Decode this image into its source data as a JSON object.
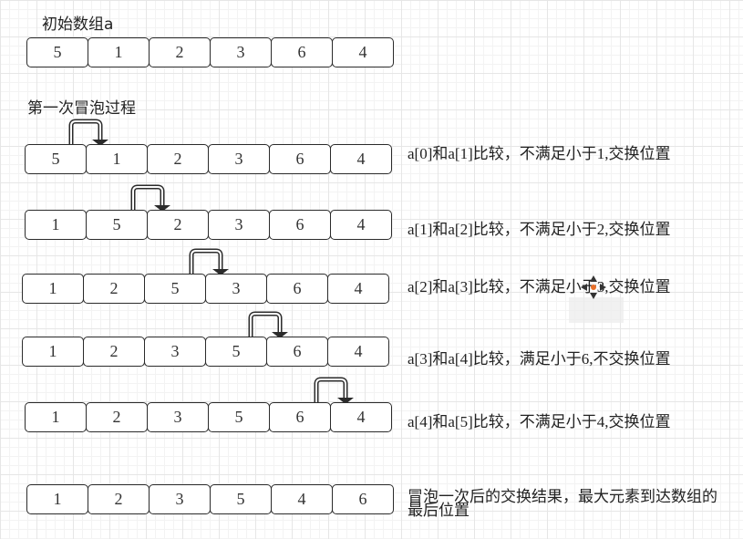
{
  "initial": {
    "title": "初始数组a",
    "values": [
      "5",
      "1",
      "2",
      "3",
      "6",
      "4"
    ]
  },
  "pass_title": "第一次冒泡过程",
  "steps": [
    {
      "values": [
        "5",
        "1",
        "2",
        "3",
        "6",
        "4"
      ],
      "note": "a[0]和a[1]比较，不满足小于1,交换位置"
    },
    {
      "values": [
        "1",
        "5",
        "2",
        "3",
        "6",
        "4"
      ],
      "note": "a[1]和a[2]比较，不满足小于2,交换位置"
    },
    {
      "values": [
        "1",
        "2",
        "5",
        "3",
        "6",
        "4"
      ],
      "note": "a[2]和a[3]比较，不满足小于3,交换位置"
    },
    {
      "values": [
        "1",
        "2",
        "3",
        "5",
        "6",
        "4"
      ],
      "note": "a[3]和a[4]比较，满足小于6,不交换位置"
    },
    {
      "values": [
        "1",
        "2",
        "3",
        "5",
        "6",
        "4"
      ],
      "note": "a[4]和a[5]比较，不满足小于4,交换位置"
    }
  ],
  "result": {
    "values": [
      "1",
      "2",
      "3",
      "5",
      "4",
      "6"
    ],
    "note_line1": "冒泡一次后的交换结果，最大元素到达数组的",
    "note_line2": "最后位置"
  }
}
